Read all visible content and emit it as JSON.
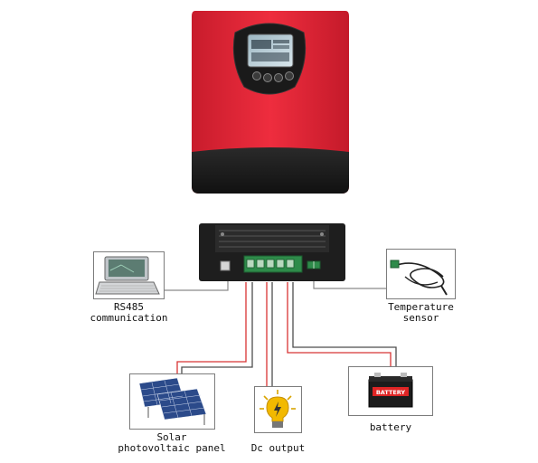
{
  "labels": {
    "rs485": "RS485",
    "rs485_sub": "communication",
    "temp": "Temperature",
    "temp_sub": "sensor",
    "solar": "Solar",
    "solar_sub": "photovoltaic panel",
    "dc": "Dc output",
    "battery": "battery",
    "battery_badge": "BATTERY"
  },
  "colors": {
    "controller_red": "#e8283a",
    "controller_black": "#1e1e1e",
    "wire_red": "#d83434",
    "wire_dark": "#4d4d4d",
    "wire_gray": "#8a8a8a",
    "terminal_green": "#2e8b4a"
  }
}
